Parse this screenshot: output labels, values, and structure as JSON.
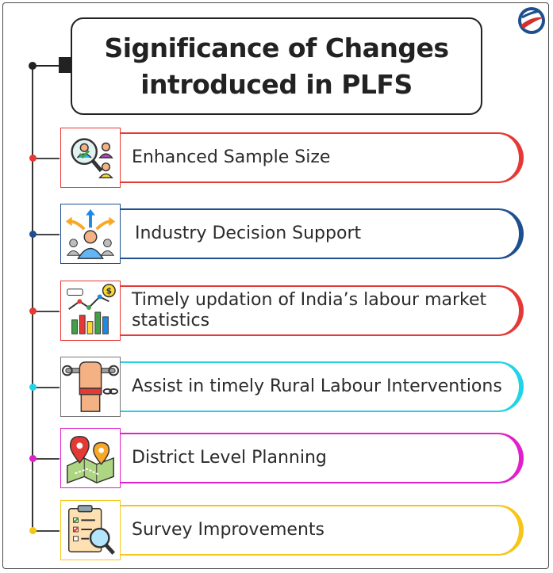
{
  "title": {
    "line1": "Significance of Changes",
    "line2": "introduced in PLFS"
  },
  "logo_icon": "globe-logo-icon",
  "items": [
    {
      "label": "Enhanced Sample Size",
      "color": "#e53935",
      "icon": "search-people-icon"
    },
    {
      "label": "Industry Decision Support",
      "color": "#1e4f8f",
      "icon": "decision-arrows-icon"
    },
    {
      "label": "Timely updation of India’s labour market statistics",
      "color": "#e53935",
      "icon": "growth-chart-icon"
    },
    {
      "label": "Assist in timely Rural Labour Interventions",
      "color": "#22d3e6",
      "icon": "wrench-hand-chain-icon"
    },
    {
      "label": "District Level Planning",
      "color": "#e020c8",
      "icon": "map-pins-icon"
    },
    {
      "label": "Survey Improvements",
      "color": "#f5c518",
      "icon": "clipboard-magnifier-icon"
    }
  ]
}
